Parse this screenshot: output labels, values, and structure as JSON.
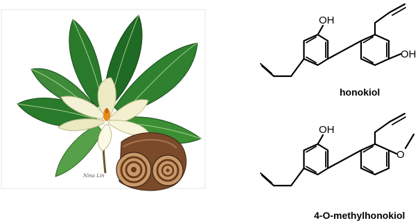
{
  "illustration": {
    "signature": "Nina Lin"
  },
  "molecules": [
    {
      "name": "honokiol",
      "labels": {
        "oh_top": "OH",
        "oh_right": "OH"
      }
    },
    {
      "name": "4-O-methylhonokiol",
      "labels": {
        "oh_top": "OH",
        "methoxy": "O"
      }
    }
  ],
  "colors": {
    "leaf_dark": "#1f6a24",
    "leaf_light": "#57a04a",
    "petal": "#f2f0cf",
    "stamen": "#e88a1a",
    "bark": "#7a4a2a",
    "bark_light": "#c89a6a"
  }
}
